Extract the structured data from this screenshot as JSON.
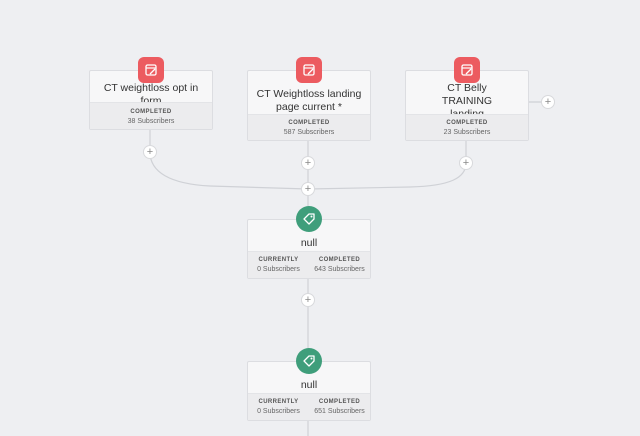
{
  "forms": [
    {
      "title": "CT weightloss opt in form",
      "status_label": "COMPLETED",
      "subscribers": "38 Subscribers",
      "icon": "form-icon"
    },
    {
      "title": "CT Weightloss landing page current *",
      "status_label": "COMPLETED",
      "subscribers": "587 Subscribers",
      "icon": "form-icon"
    },
    {
      "title": "CT Belly TRAINING landing",
      "status_label": "COMPLETED",
      "subscribers": "23 Subscribers",
      "icon": "form-icon"
    }
  ],
  "actions": [
    {
      "title": "null",
      "currently_label": "CURRENTLY",
      "currently_value": "0 Subscribers",
      "completed_label": "COMPLETED",
      "completed_value": "643 Subscribers",
      "icon": "tag-icon"
    },
    {
      "title": "null",
      "currently_label": "CURRENTLY",
      "currently_value": "0 Subscribers",
      "completed_label": "COMPLETED",
      "completed_value": "651 Subscribers",
      "icon": "tag-icon"
    }
  ],
  "add_symbol": "+",
  "colors": {
    "form_badge": "#ec5b60",
    "tag_badge": "#3f9e7b",
    "background": "#eeeff2"
  }
}
